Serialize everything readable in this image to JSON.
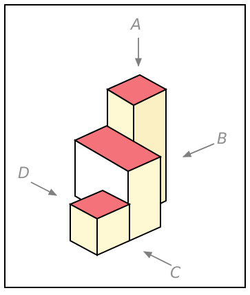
{
  "labels": {
    "a": "A",
    "b": "B",
    "c": "C",
    "d": "D"
  },
  "colors": {
    "border": "#000000",
    "top_face": "#f4727a",
    "side_face": "#fef8d3",
    "side_face_shaded": "#fbf0c4",
    "inner_face": "#ffffff",
    "edge": "#000000",
    "arrow": "#808080",
    "label": "#909090"
  }
}
